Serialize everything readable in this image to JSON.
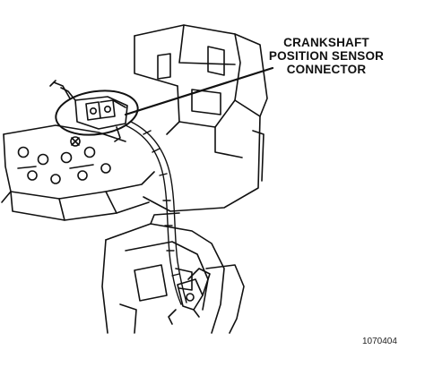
{
  "callout": {
    "line1": "CRANKSHAFT",
    "line2": "POSITION SENSOR",
    "line3": "CONNECTOR"
  },
  "figure_id": "1070404",
  "colors": {
    "ink": "#111111",
    "paper": "#ffffff"
  }
}
